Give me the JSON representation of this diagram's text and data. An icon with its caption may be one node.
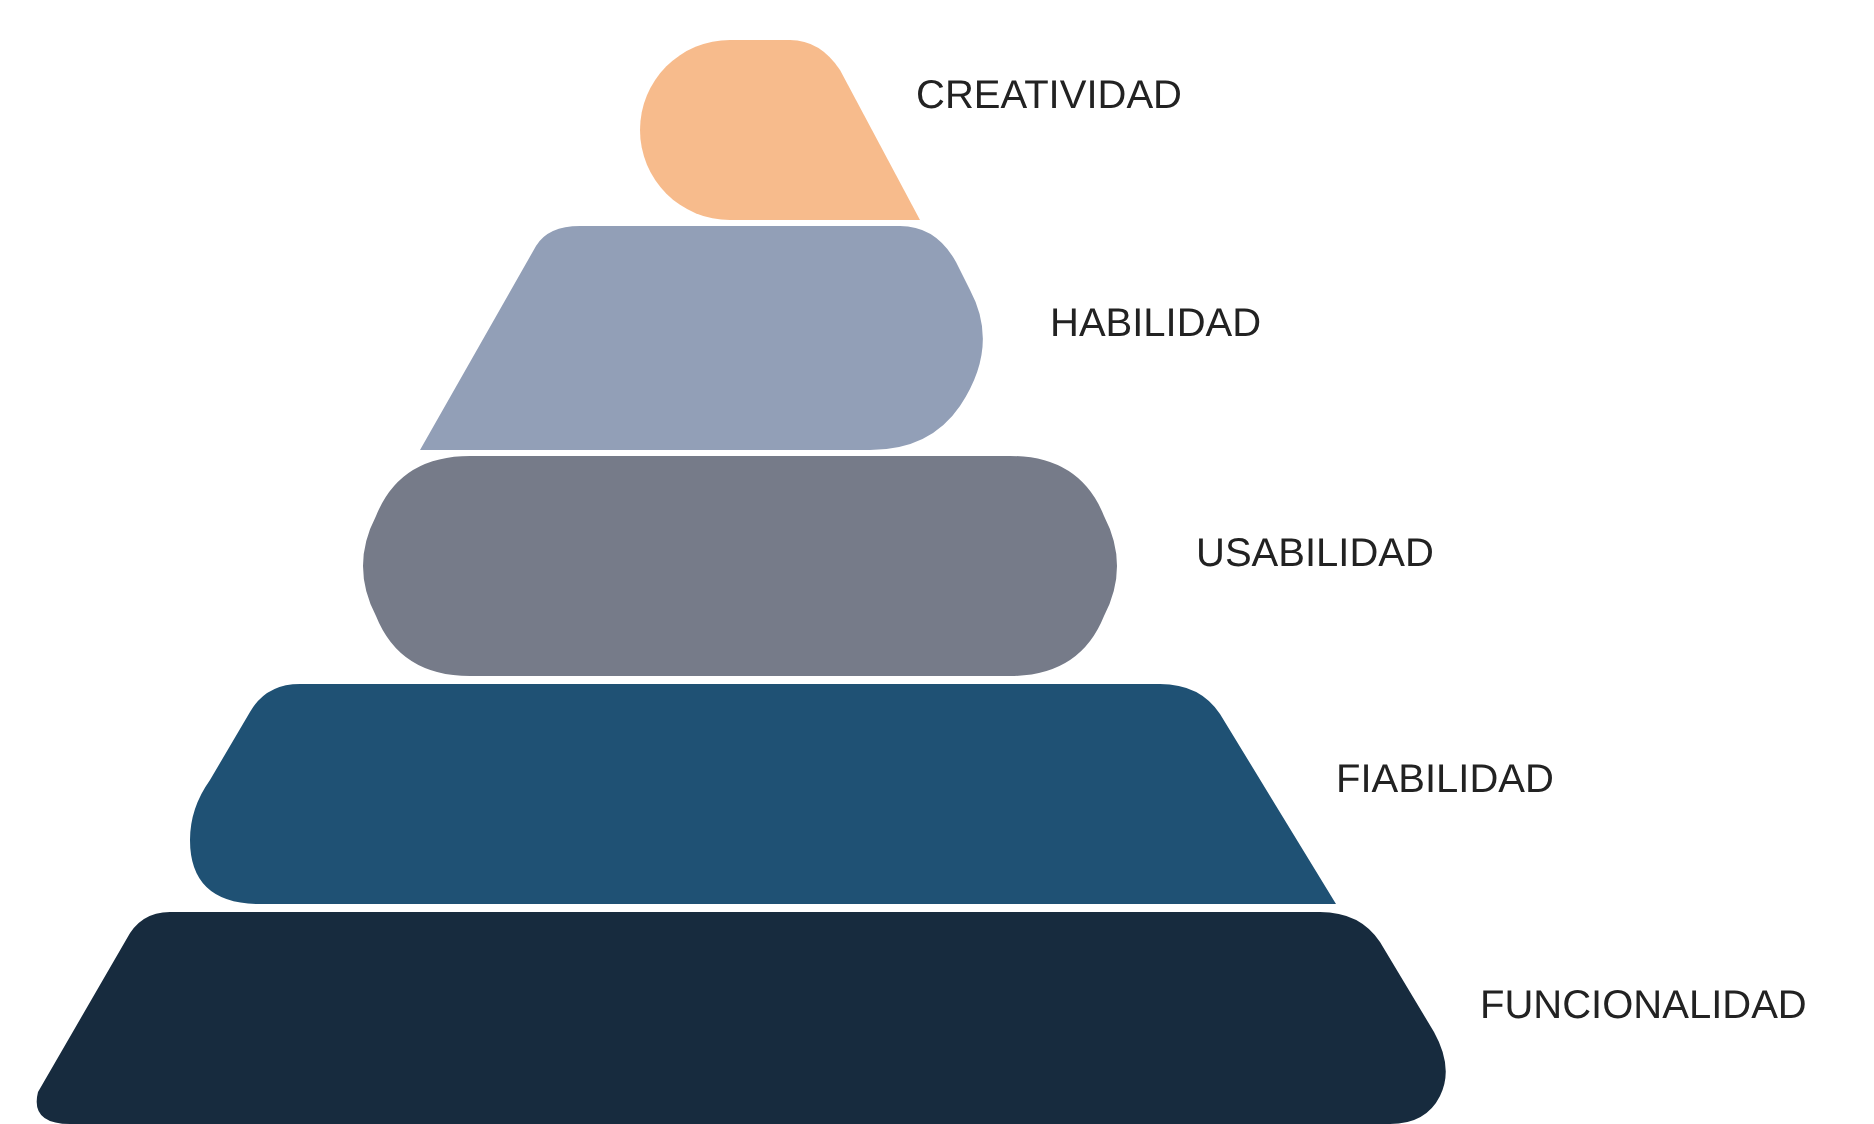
{
  "diagram": {
    "nodes": [
      {
        "text": [
          "CREATIVIDAD"
        ]
      },
      {
        "text": [
          "HABILIDAD"
        ]
      },
      {
        "text": [
          "USABILIDAD"
        ]
      },
      {
        "text": [
          "FIABILIDAD"
        ]
      },
      {
        "text": [
          "FUNCIONALIDAD"
        ]
      }
    ]
  }
}
